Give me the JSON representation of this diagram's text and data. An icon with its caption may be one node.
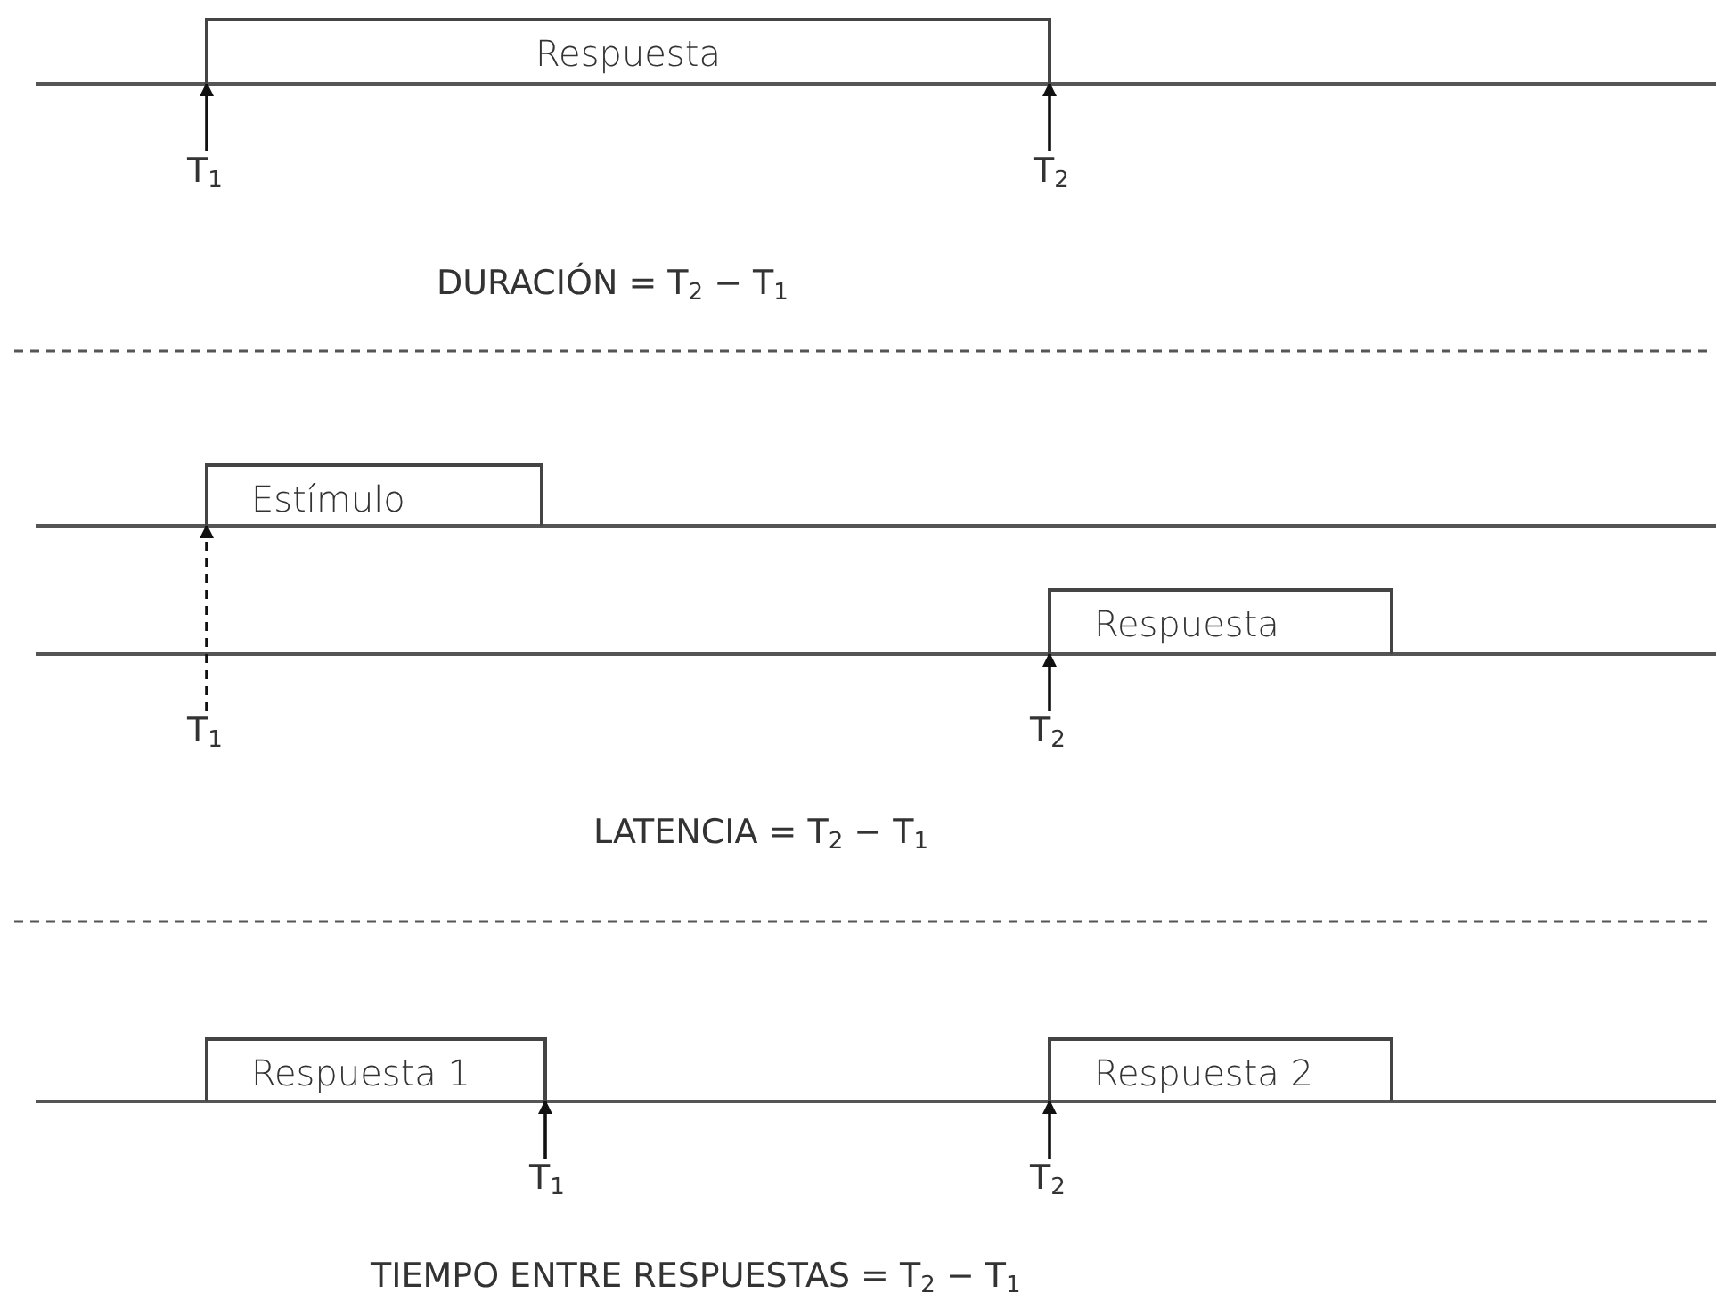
{
  "diagram": {
    "nodes": [
      {
        "text": [
          "Respuesta"
        ]
      },
      {
        "text": [
          "T$_{1}$"
        ]
      },
      {
        "text": [
          "T$_{2}$"
        ]
      },
      {
        "text": [
          "Estímulo"
        ]
      },
      {
        "text": [
          "Respuesta"
        ]
      },
      {
        "text": [
          "T$_{1}$"
        ]
      },
      {
        "text": [
          "T$_{2}$"
        ]
      },
      {
        "text": [
          "Respuesta 1"
        ]
      },
      {
        "text": [
          "Respuesta 2"
        ]
      },
      {
        "text": [
          "T$_{1}$"
        ]
      },
      {
        "text": [
          "T$_{2}$"
        ]
      }
    ],
    "edges": [
      {
        "from": 1,
        "to": 0,
        "arrow": "to"
      },
      {
        "from": 2,
        "to": 0,
        "arrow": "to"
      },
      {
        "from": 5,
        "to": 3,
        "arrow": "to",
        "style": "dashed"
      },
      {
        "from": 6,
        "to": 4,
        "arrow": "to"
      },
      {
        "from": 9,
        "to": 7,
        "arrow": "to"
      },
      {
        "from": 10,
        "to": 8,
        "arrow": "to"
      }
    ],
    "labels": [
      "DURACIÓN = T$_{2}$ − T$_{1}$",
      "LATENCIA = T$_{2}$ − T$_{1}$",
      "TIEMPO ENTRE RESPUESTAS = T$_{2}$ − T$_{1}$"
    ]
  }
}
